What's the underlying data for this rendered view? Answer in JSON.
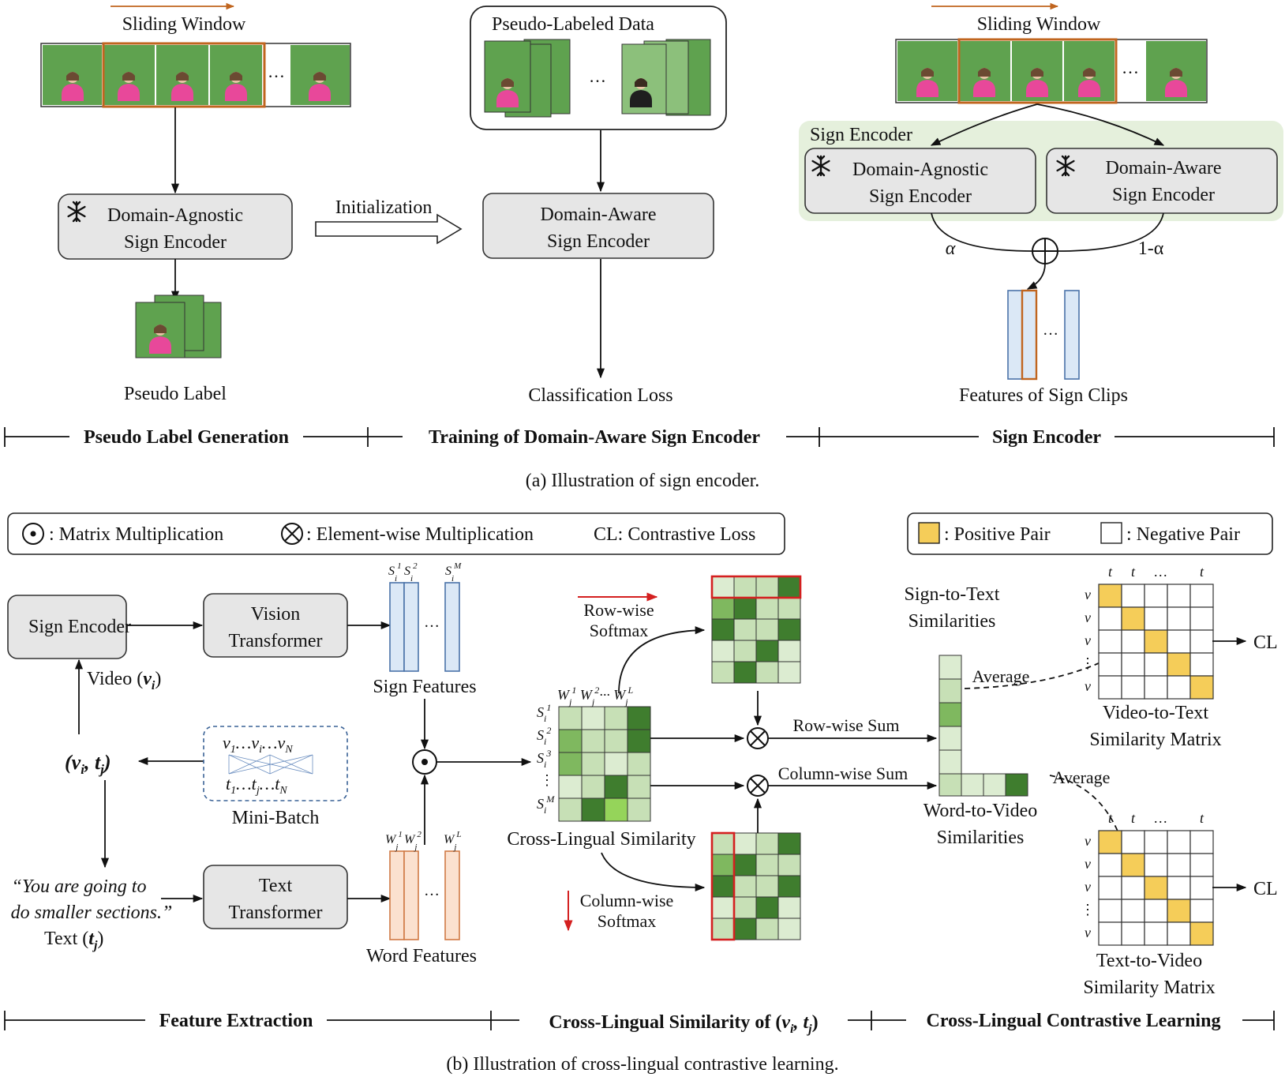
{
  "part_a": {
    "caption": "(a) Illustration of sign encoder.",
    "left": {
      "sliding_window": "Sliding Window",
      "encoder_line1": "Domain-Agnostic",
      "encoder_line2": "Sign Encoder",
      "pseudo_label": "Pseudo Label",
      "section": "Pseudo Label Generation"
    },
    "middle": {
      "pseudo_data": "Pseudo-Labeled Data",
      "initialization": "Initialization",
      "encoder_line1": "Domain-Aware",
      "encoder_line2": "Sign Encoder",
      "loss": "Classification Loss",
      "section": "Training of Domain-Aware Sign Encoder"
    },
    "right": {
      "sliding_window": "Sliding Window",
      "group_label": "Sign Encoder",
      "agnostic_line1": "Domain-Agnostic",
      "agnostic_line2": "Sign Encoder",
      "aware_line1": "Domain-Aware",
      "aware_line2": "Sign Encoder",
      "alpha": "α",
      "one_minus_alpha": "1-α",
      "features": "Features of Sign Clips",
      "section": "Sign Encoder"
    },
    "ellipsis": "…"
  },
  "part_b": {
    "caption": "(b) Illustration of cross-lingual contrastive learning.",
    "legend": {
      "matmul": ": Matrix Multiplication",
      "elementwise": ": Element-wise Multiplication",
      "cl": "CL: Contrastive Loss",
      "positive": ": Positive Pair",
      "negative": ": Negative Pair"
    },
    "sign_encoder": "Sign Encoder",
    "vision_line1": "Vision",
    "vision_line2": "Transformer",
    "text_line1": "Text",
    "text_line2": "Transformer",
    "video_label": "Video (",
    "video_var": "v",
    "video_sub": "i",
    "pair_label": "(v",
    "minibatch": "Mini-Batch",
    "quote_line1": "“You are going to",
    "quote_line2": "do smaller sections.”",
    "text_label": "Text (",
    "sign_features": "Sign Features",
    "word_features": "Word Features",
    "row_softmax_1": "Row-wise",
    "row_softmax_2": "Softmax",
    "col_softmax_1": "Column-wise",
    "col_softmax_2": "Softmax",
    "cross_sim": "Cross-Lingual Similarity",
    "row_sum": "Row-wise Sum",
    "col_sum": "Column-wise Sum",
    "s2t_1": "Sign-to-Text",
    "s2t_2": "Similarities",
    "w2v_1": "Word-to-Video",
    "w2v_2": "Similarities",
    "average": "Average",
    "v2t_1": "Video-to-Text",
    "v2t_2": "Similarity Matrix",
    "t2v_1": "Text-to-Video",
    "t2v_2": "Similarity Matrix",
    "cl": "CL",
    "sec_feature": "Feature Extraction",
    "sec_cross": "Cross-Lingual Similarity of (",
    "sec_contrastive": "Cross-Lingual Contrastive Learning"
  },
  "colors": {
    "green_dark": "#3f7d2e",
    "green_mid": "#7fb85f",
    "green_light": "#c7e0b6",
    "green_pale": "#dcecd1",
    "green_bright": "#95d45a",
    "positive": "#f5cd59",
    "sign_feature": "#dbe8f6",
    "word_feature": "#fbe1cf",
    "highlight_red": "#d42020",
    "frame_orange": "#c0651f",
    "encoder_bg": "#e5f0dc"
  }
}
